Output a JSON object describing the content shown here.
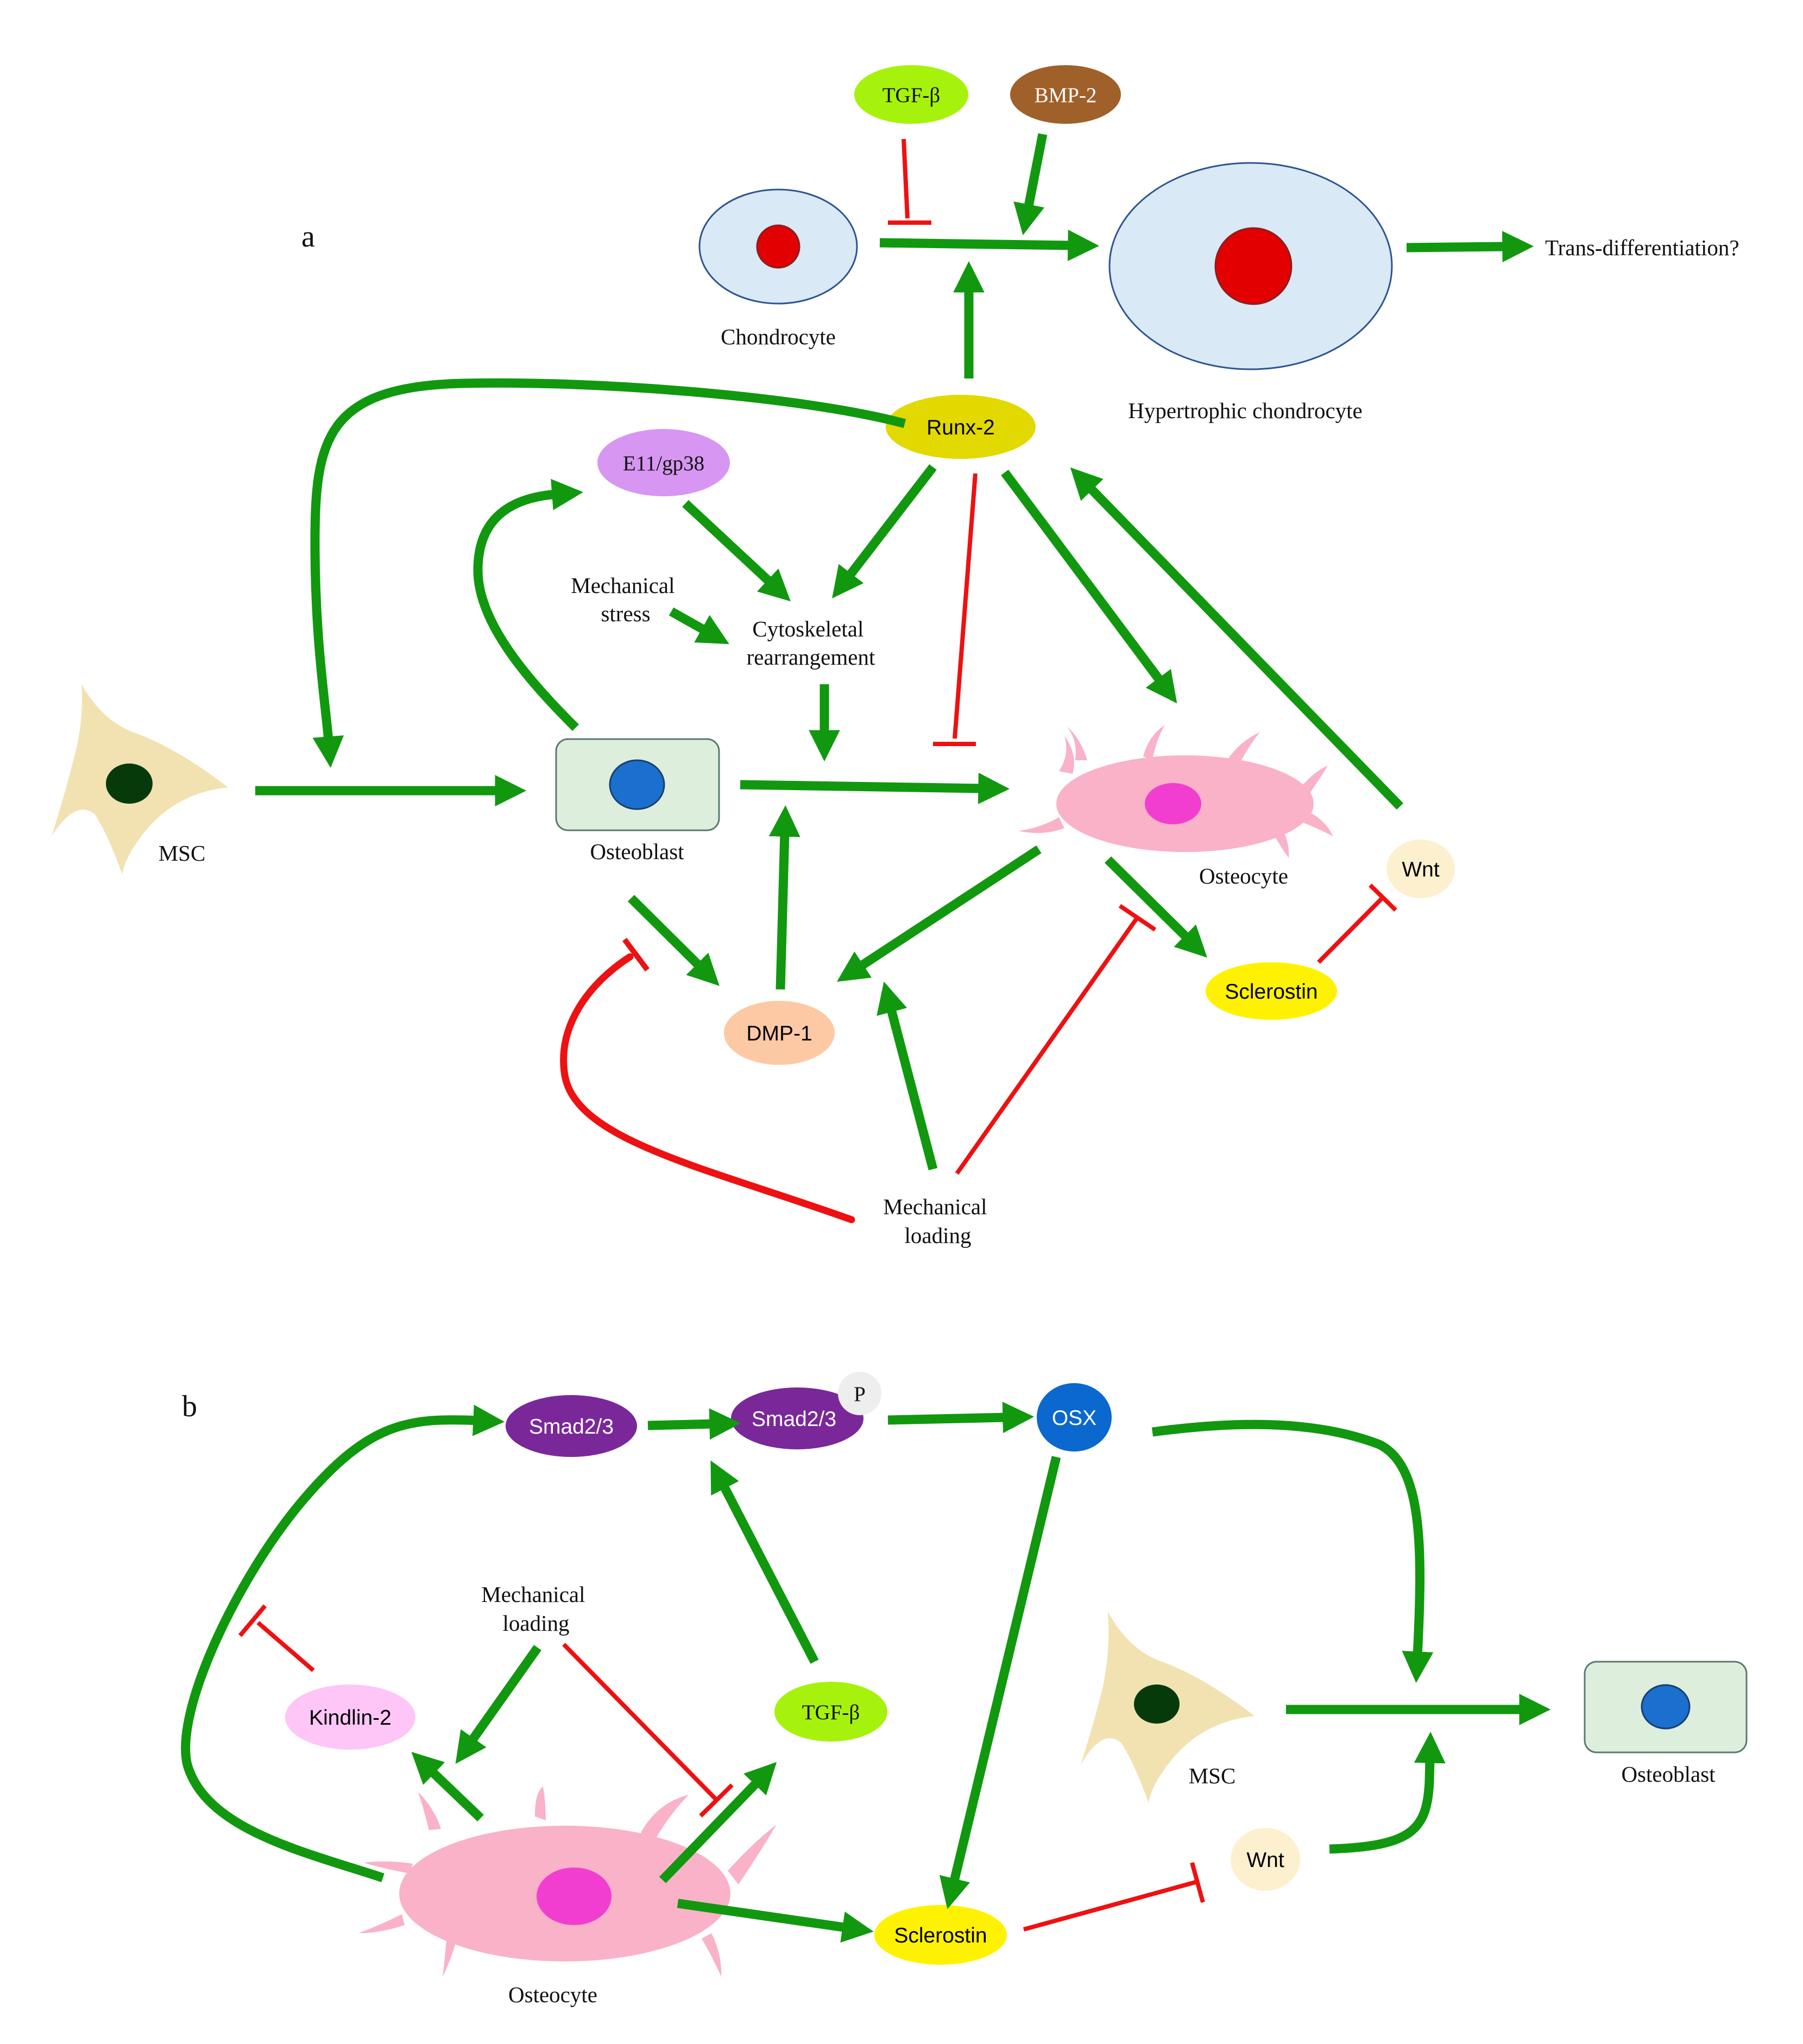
{
  "panels": {
    "a": {
      "label": "a",
      "nodes": {
        "tgf_beta": "TGF-β",
        "bmp2": "BMP-2",
        "runx2": "Runx-2",
        "e11": "E11/gp38",
        "dmp1": "DMP-1",
        "sclerostin": "Sclerostin",
        "wnt": "Wnt"
      },
      "labels": {
        "chondrocyte": "Chondrocyte",
        "hypertrophic": "Hypertrophic chondrocyte",
        "transdiff": "Trans-differentiation?",
        "mech_stress_1": "Mechanical",
        "mech_stress_2": "stress",
        "cyto_1": "Cytoskeletal",
        "cyto_2": "rearrangement",
        "msc": "MSC",
        "osteoblast": "Osteoblast",
        "osteocyte": "Osteocyte",
        "mech_load_1": "Mechanical",
        "mech_load_2": "loading"
      }
    },
    "b": {
      "label": "b",
      "nodes": {
        "smad": "Smad2/3",
        "smad_p": "Smad2/3",
        "p": "P",
        "osx": "OSX",
        "kindlin": "Kindlin-2",
        "tgf_beta": "TGF-β",
        "sclerostin": "Sclerostin",
        "wnt": "Wnt"
      },
      "labels": {
        "mech_load_1": "Mechanical",
        "mech_load_2": "loading",
        "msc": "MSC",
        "osteoblast": "Osteoblast",
        "osteocyte": "Osteocyte"
      }
    }
  },
  "colors": {
    "activation": "#11980f",
    "inhibition": "#ee1111",
    "tgf_beta": "#a6f20d",
    "bmp2": "#a0602a",
    "runx2": "#e2d900",
    "e11": "#d796f2",
    "dmp1": "#fdc9a4",
    "sclerostin": "#fff200",
    "wnt": "#fdf0cf",
    "smad": "#7a2899",
    "osx": "#0a68cf",
    "kindlin": "#fdc6f6",
    "chondrocyte": "#d9e9f6",
    "nucleus_red": "#e20000",
    "msc": "#f2e2b2",
    "msc_nucleus": "#073a0a",
    "osteoblast": "#ddefdc",
    "osteoblast_nucleus": "#1a6fcf",
    "osteocyte": "#f9b2c8",
    "osteocyte_nucleus": "#f23ed0"
  }
}
